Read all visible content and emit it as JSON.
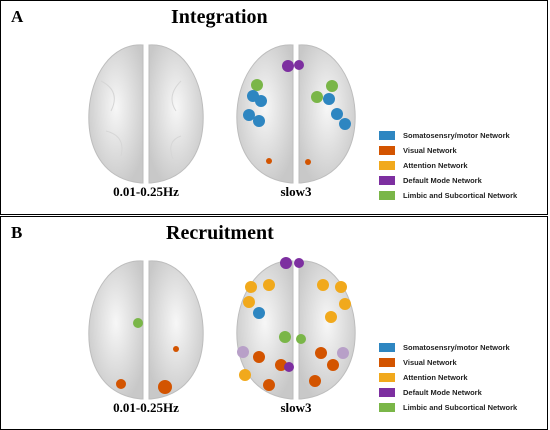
{
  "colors": {
    "somatosensory_motor": "#2e86c1",
    "visual": "#d35400",
    "attention": "#f1a91c",
    "default_mode": "#7d2fa0",
    "limbic_subcortical": "#7ab648"
  },
  "panelA": {
    "letter": "A",
    "title": "Integration",
    "left_label": "0.01-0.25Hz",
    "right_label": "slow3"
  },
  "panelB": {
    "letter": "B",
    "title": "Recruitment",
    "left_label": "0.01-0.25Hz",
    "right_label": "slow3"
  },
  "legend": [
    {
      "label": "Somatosensry/motor Network",
      "color": "#2e86c1"
    },
    {
      "label": "Visual Network",
      "color": "#d35400"
    },
    {
      "label": "Attention Network",
      "color": "#f1a91c"
    },
    {
      "label": "Default Mode Network",
      "color": "#7d2fa0"
    },
    {
      "label": "Limbic and Subcortical Network",
      "color": "#7ab648"
    }
  ]
}
